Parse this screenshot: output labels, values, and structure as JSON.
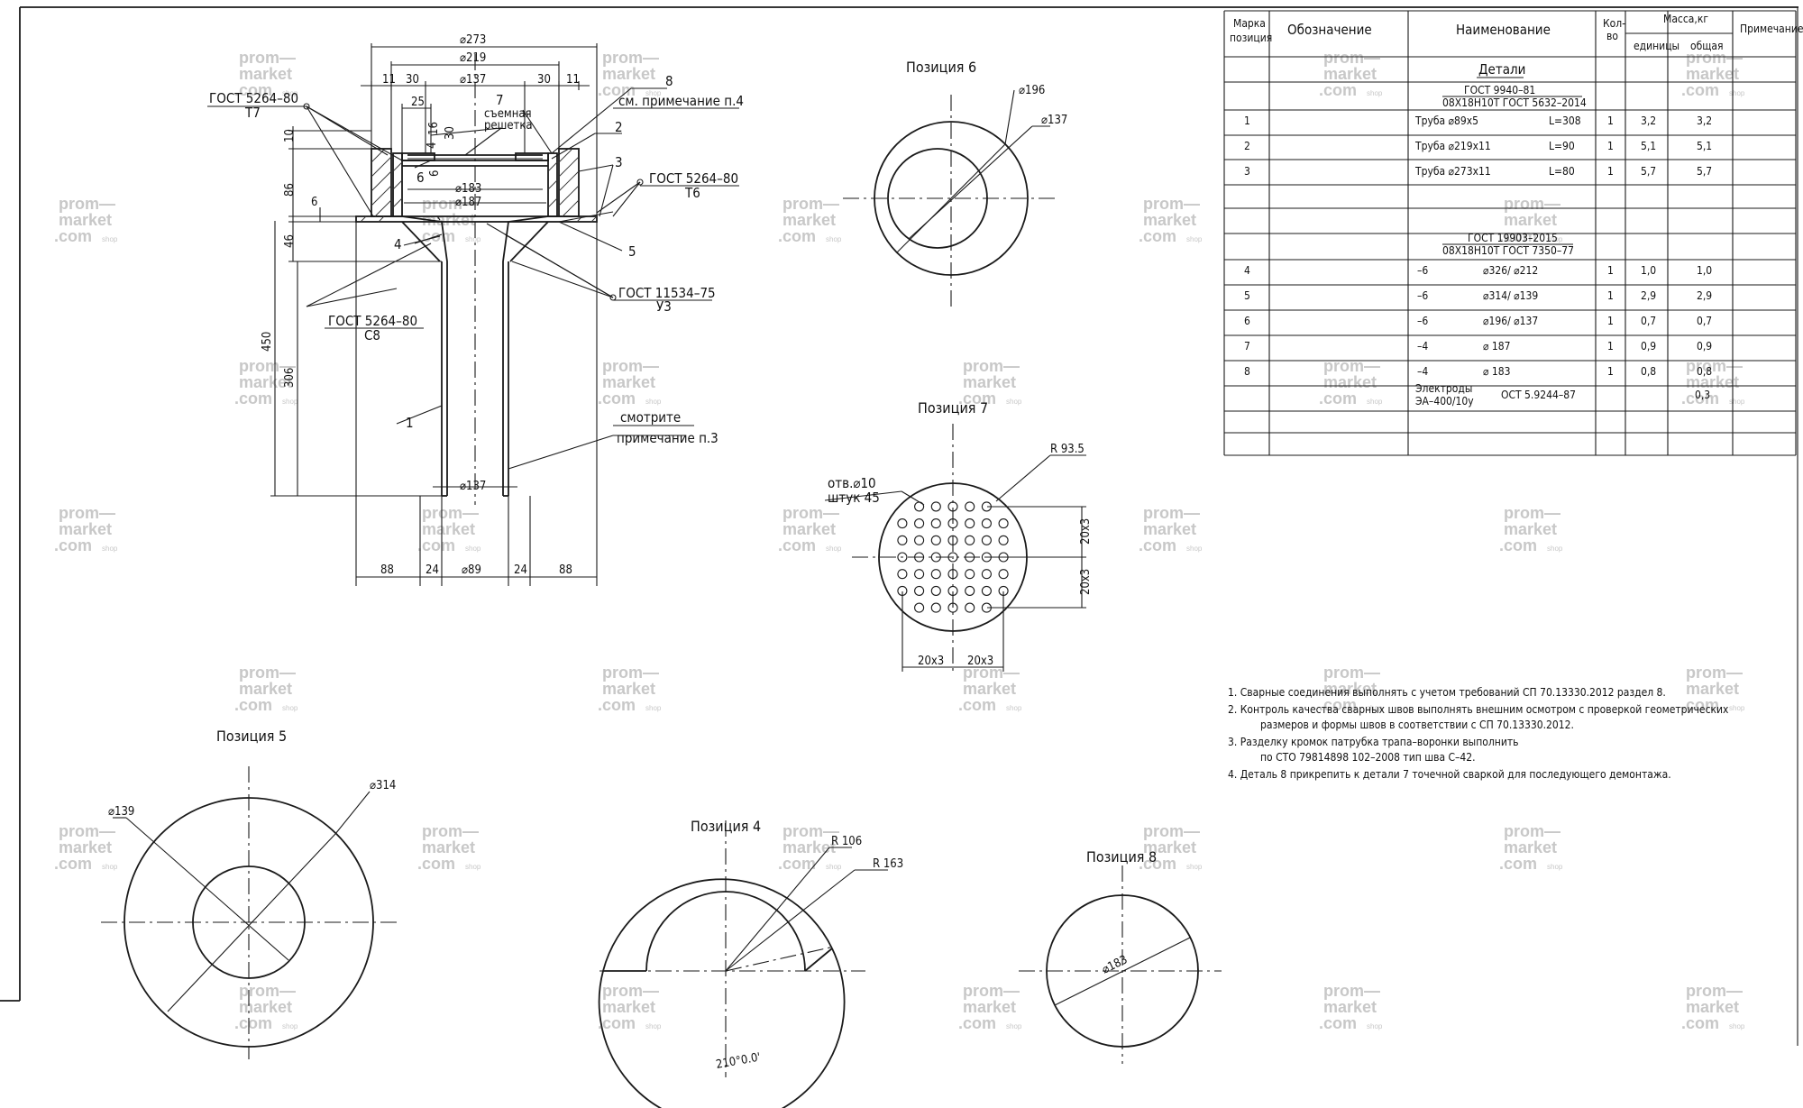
{
  "watermark": {
    "line1": "prom—",
    "line2": "market",
    "line3": ".com",
    "suffix": "shop"
  },
  "section": {
    "dims": {
      "d273": "⌀273",
      "d219": "⌀219",
      "d137top": "⌀137",
      "d183": "⌀183",
      "d187": "⌀187",
      "d137bot": "⌀137",
      "d89": "⌀89",
      "w11a": "11",
      "w30a": "30",
      "w30b": "30",
      "w11b": "11",
      "h25": "25",
      "h4": "4",
      "h16": "16",
      "h30": "30",
      "h6a": "6",
      "v10": "10",
      "v86": "86",
      "v6": "6",
      "v46": "46",
      "v450": "450",
      "v306": "306",
      "b88a": "88",
      "b24a": "24",
      "b24b": "24",
      "b88b": "88"
    },
    "notes": {
      "gost_t7_a": "ГОСТ 5264–80",
      "gost_t7_b": "Т7",
      "gost_t6_a": "ГОСТ 5264–80",
      "gost_t6_b": "Т6",
      "gost_u3_a": "ГОСТ 11534–75",
      "gost_u3_b": "У3",
      "gost_c8_a": "ГОСТ 5264–80",
      "gost_c8_b": "С8",
      "see4": "см. примечание п.4",
      "grid_a": "съемная",
      "grid_b": "решетка",
      "see3_a": "смотрите",
      "see3_b": "примечание п.3"
    },
    "callouts": {
      "c8": "8",
      "c7": "7",
      "c2": "2",
      "c3": "3",
      "c6": "6",
      "c4": "4",
      "c5": "5",
      "c1": "1"
    }
  },
  "pos6": {
    "title": "Позиция   6",
    "d196": "⌀196",
    "d137": "⌀137"
  },
  "pos7": {
    "title": "Позиция   7",
    "r": "R 93.5",
    "holes_a": "отв.⌀10",
    "holes_b": "штук  45",
    "dim_v1": "20x3",
    "dim_v2": "20x3",
    "dim_h1": "20x3",
    "dim_h2": "20x3"
  },
  "pos5": {
    "title": "Позиция   5",
    "d139": "⌀139",
    "d314": "⌀314"
  },
  "pos4": {
    "title": "Позиция   4",
    "r106": "R 106",
    "r163": "R 163",
    "angle": "210°0.0'"
  },
  "pos8": {
    "title": "Позиция   8",
    "d183": "⌀183"
  },
  "table": {
    "headers": {
      "mark_a": "Марка",
      "mark_b": "позиция",
      "designation": "Обозначение",
      "name": "Наименование",
      "qty_a": "Кол-",
      "qty_b": "во",
      "mass": "Масса,кг",
      "mass_unit": "единицы",
      "mass_total": "общая",
      "note": "Примечание"
    },
    "section1": "Детали",
    "standard1_a": "ГОСТ 9940–81",
    "standard1_b": "08Х18Н10Т  ГОСТ 5632–2014",
    "rows1": [
      {
        "mark": "1",
        "name": "Труба    ⌀89x5",
        "len": "L=308",
        "qty": "1",
        "unit": "3,2",
        "total": "3,2"
      },
      {
        "mark": "2",
        "name": "Труба    ⌀219x11",
        "len": "L=90",
        "qty": "1",
        "unit": "5,1",
        "total": "5,1"
      },
      {
        "mark": "3",
        "name": "Труба    ⌀273x11",
        "len": "L=80",
        "qty": "1",
        "unit": "5,7",
        "total": "5,7"
      }
    ],
    "standard2_a": "ГОСТ 19903–2015",
    "standard2_b": "08Х18Н10Т  ГОСТ 7350–77",
    "rows2": [
      {
        "mark": "4",
        "name": "–6",
        "size": "⌀326/ ⌀212",
        "qty": "1",
        "unit": "1,0",
        "total": "1,0"
      },
      {
        "mark": "5",
        "name": "–6",
        "size": "⌀314/ ⌀139",
        "qty": "1",
        "unit": "2,9",
        "total": "2,9"
      },
      {
        "mark": "6",
        "name": "–6",
        "size": "⌀196/ ⌀137",
        "qty": "1",
        "unit": "0,7",
        "total": "0,7"
      },
      {
        "mark": "7",
        "name": "–4",
        "size": "⌀ 187",
        "qty": "1",
        "unit": "0,9",
        "total": "0,9"
      },
      {
        "mark": "8",
        "name": "–4",
        "size": "⌀ 183",
        "qty": "1",
        "unit": "0,8",
        "total": "0,8"
      }
    ],
    "electrodes_a": "Электроды",
    "electrodes_b": "ЭА–400/10у",
    "electrodes_std": "ОСТ 5.9244–87",
    "electrodes_total": "0,3"
  },
  "notes": {
    "n1": "1.  Сварные соединения выполнять с учетом требований СП 70.13330.2012 раздел 8.",
    "n2a": "2.  Контроль качества сварных швов выполнять внешним осмотром с проверкой геометрических",
    "n2b": "размеров и формы швов в соответствии с СП 70.13330.2012.",
    "n3a": "3.  Разделку кромок патрубка трапа–воронки  выполнить",
    "n3b": "по СТО 79814898 102–2008   тип шва С–42.",
    "n4": "4.  Деталь 8 прикрепить к детали 7 точечной сваркой для последующего демонтажа."
  }
}
